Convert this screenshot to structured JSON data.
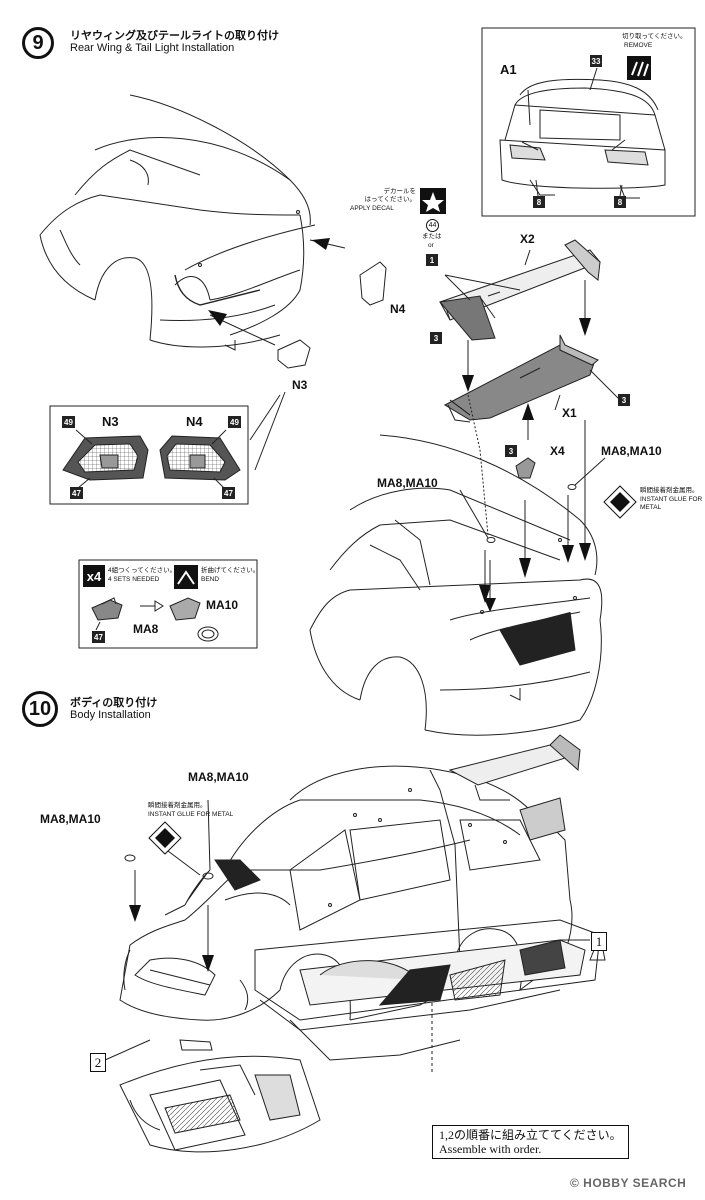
{
  "step9": {
    "number": "9",
    "title_jp": "リヤウィング及びテールライトの取り付け",
    "title_en": "Rear Wing & Tail Light Installation"
  },
  "inset_top": {
    "label_a1": "A1",
    "part_33": "33",
    "part_8_left": "8",
    "part_8_right": "8",
    "remove_jp": "切り取ってください。",
    "remove_en": "REMOVE"
  },
  "decal_note": {
    "jp": "デカールを\nはってください。",
    "en": "APPLY DECAL",
    "decal_num": "44",
    "or_jp": "または",
    "or_en": "or",
    "part_1": "1"
  },
  "labels": {
    "x2": "X2",
    "x1": "X1",
    "x4": "X4",
    "n4": "N4",
    "n3": "N3",
    "part_3_a": "3",
    "part_3_b": "3",
    "part_3_c": "3",
    "ma_right": "MA8,MA10",
    "ma_left": "MA8,MA10"
  },
  "glue_note": {
    "jp": "瞬間接着剤金属用。",
    "en": "INSTANT GLUE FOR\nMETAL"
  },
  "taillight_box": {
    "n3": "N3",
    "n4": "N4",
    "part_49_l": "49",
    "part_49_r": "49",
    "part_47_l": "47",
    "part_47_r": "47"
  },
  "mirror_box": {
    "count": "x4",
    "sets_jp": "4組つくってください。",
    "sets_en": "4 SETS NEEDED",
    "bend_jp": "折曲げてください。",
    "bend_en": "BEND",
    "ma8": "MA8",
    "ma10": "MA10",
    "part_47": "47"
  },
  "step10": {
    "number": "10",
    "title_jp": "ボディの取り付け",
    "title_en": "Body Installation",
    "ma_top": "MA8,MA10",
    "ma_left": "MA8,MA10",
    "glue_jp": "瞬間接着剤金属用。",
    "glue_en": "INSTANT GLUE FOR METAL",
    "roman_1": "1",
    "roman_2": "2",
    "order_jp": "1,2の順番に組み立ててください。",
    "order_en": "Assemble with order."
  },
  "watermark": "© HOBBY SEARCH"
}
